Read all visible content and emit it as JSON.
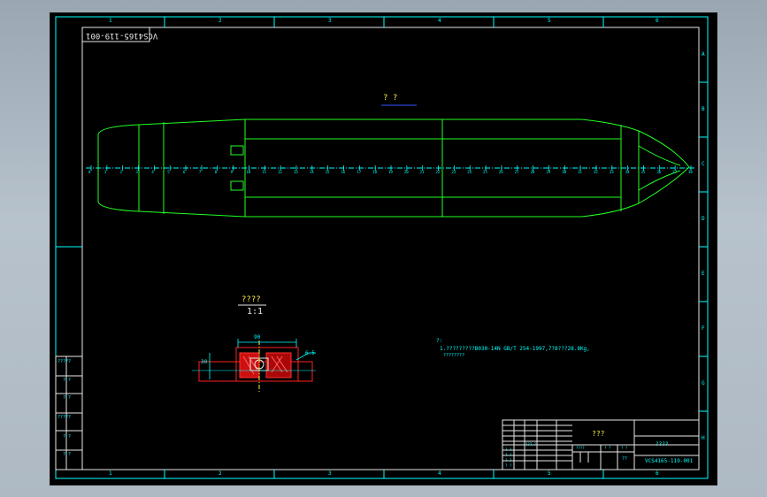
{
  "frame": {
    "col_labels": [
      "1",
      "2",
      "3",
      "4",
      "5",
      "6"
    ],
    "row_labels": [
      "A",
      "B",
      "C",
      "D",
      "E",
      "F",
      "G",
      "H"
    ]
  },
  "drawing": {
    "part_number_mirrored": "VCS4165-119-001",
    "top_view_label": "?      ?",
    "section_title": "????",
    "section_scale": "1:1",
    "dim_width": "90",
    "dim_left": "30",
    "dim_right": "6.5",
    "note_marker": "?:",
    "note_text": "1.?????????B030-14N GB/T 254-1997,7?8???28.8Kg,",
    "note_sub": "????????",
    "station_labels": [
      "0",
      "1",
      "2",
      "3",
      "4",
      "5",
      "6",
      "7",
      "8",
      "9",
      "10",
      "11",
      "12",
      "13",
      "14",
      "15",
      "16",
      "17",
      "18",
      "19",
      "20",
      "21",
      "22",
      "23",
      "24",
      "25",
      "26",
      "27",
      "28",
      "29",
      "30",
      "31",
      "32",
      "33",
      "34",
      "35",
      "36",
      "37",
      "38"
    ]
  },
  "side_table": {
    "rows": [
      "?????",
      "? ?",
      "? ?",
      "?????",
      "? ?",
      "? ?"
    ]
  },
  "title_block": {
    "center_title": "???",
    "name_field": "????",
    "part_number": "VCS4165-119-001",
    "small_cells": [
      "??? ?",
      "? ?",
      "? ?",
      "? ?",
      "????",
      "? ?",
      "? ?",
      "??",
      "? ?"
    ]
  }
}
